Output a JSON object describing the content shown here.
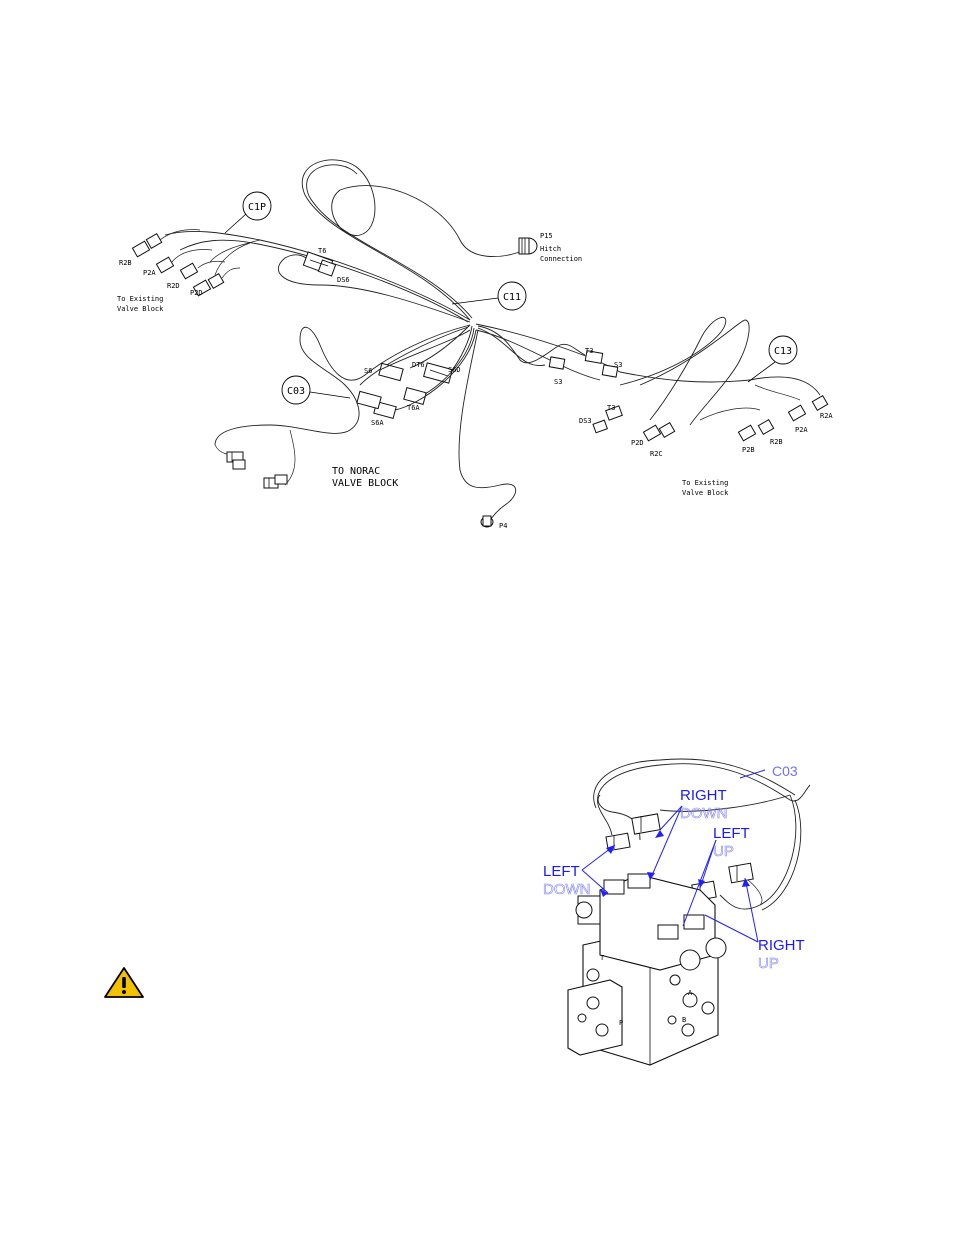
{
  "harness": {
    "callouts": {
      "c1p": "C1P",
      "c11": "C11",
      "c13": "C13",
      "c03": "C03"
    },
    "connectors": {
      "p15": "P15",
      "hitch_1": "Hitch",
      "hitch_2": "Connection",
      "t6": "T6",
      "ds6": "DS6",
      "s6": "S6",
      "dt6": "DT6",
      "s6d": "S6D",
      "t6a": "T6A",
      "s6a": "S6A",
      "t3_top": "T3",
      "s3_top": "S3",
      "s3_left": "S3",
      "t3_mid": "T3",
      "ds3": "DS3",
      "p4": "P4",
      "left_r2b": "R2B",
      "left_p2a": "P2A",
      "left_r2d": "R2D",
      "left_p2d": "P2D",
      "right_p2d": "P2D",
      "right_r2c": "R2C",
      "right_p2b": "P2B",
      "right_r2b": "R2B",
      "right_p2a": "P2A",
      "right_r2a": "R2A"
    },
    "notes": {
      "left_existing_1": "To Existing",
      "left_existing_2": "Valve Block",
      "norac_1": "TO NORAC",
      "norac_2": "VALVE BLOCK",
      "right_existing_1": "To Existing",
      "right_existing_2": "Valve Block"
    }
  },
  "valve_block": {
    "callout": "C03",
    "labels": {
      "right_down_1": "RIGHT",
      "right_down_2": "DOWN",
      "left_up_1": "LEFT",
      "left_up_2": "UP",
      "left_down_1": "LEFT",
      "left_down_2": "DOWN",
      "right_up_1": "RIGHT",
      "right_up_2": "UP"
    },
    "port_marks": {
      "t": "T",
      "a": "A",
      "b": "B",
      "p": "P"
    }
  },
  "warning": {
    "icon": "warning-triangle-icon",
    "color": "#f2c200"
  }
}
